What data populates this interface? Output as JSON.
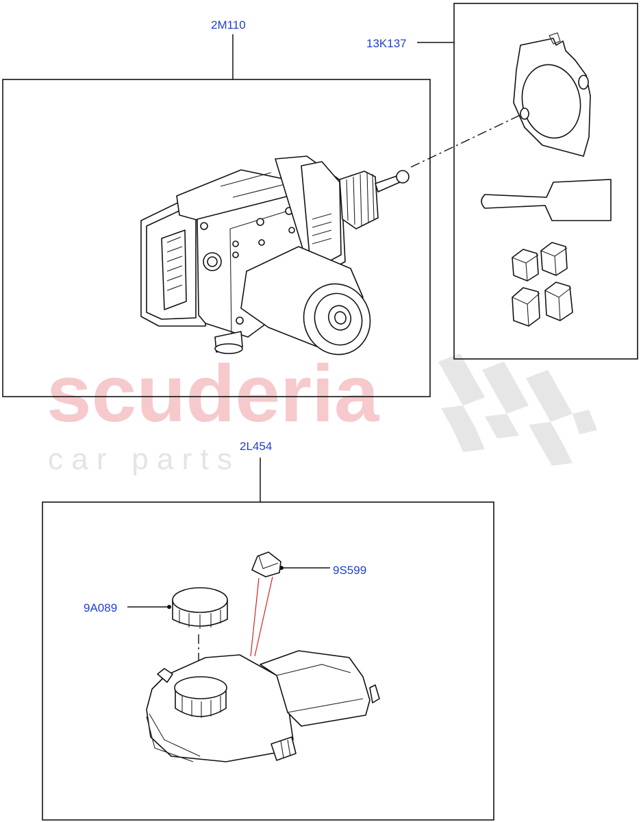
{
  "watermark": {
    "brand": "scuderia",
    "tagline": "c a r   p a r t s"
  },
  "callouts": {
    "modulator": "2M110",
    "kit": "13K137",
    "reservoir": "2L454",
    "cap": "9A089",
    "sensor": "9S599"
  },
  "colors": {
    "callout_text": "#1f3fd1",
    "watermark_red": "#f6c9cc",
    "watermark_grey": "#e4e4e4",
    "leader_red": "#d82020"
  }
}
